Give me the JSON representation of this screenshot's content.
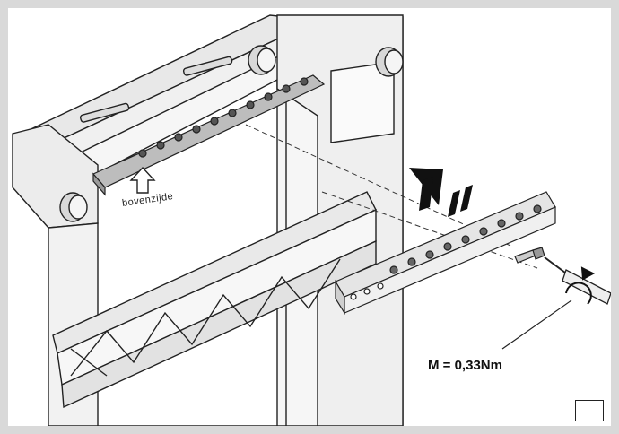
{
  "diagram": {
    "torque_label": "M = 0,33Nm",
    "orientation_label": "bovenzijde",
    "colors": {
      "line": "#222222",
      "light_grey": "#e6e6e6",
      "mid_grey": "#cfcfcf",
      "dark_grey": "#8a8a8a",
      "border": "#d9d9d9",
      "arrow": "#111111"
    },
    "icons": [
      "insert-direction-arrow",
      "screwdriver",
      "rotation-arrow",
      "up-arrow"
    ]
  }
}
